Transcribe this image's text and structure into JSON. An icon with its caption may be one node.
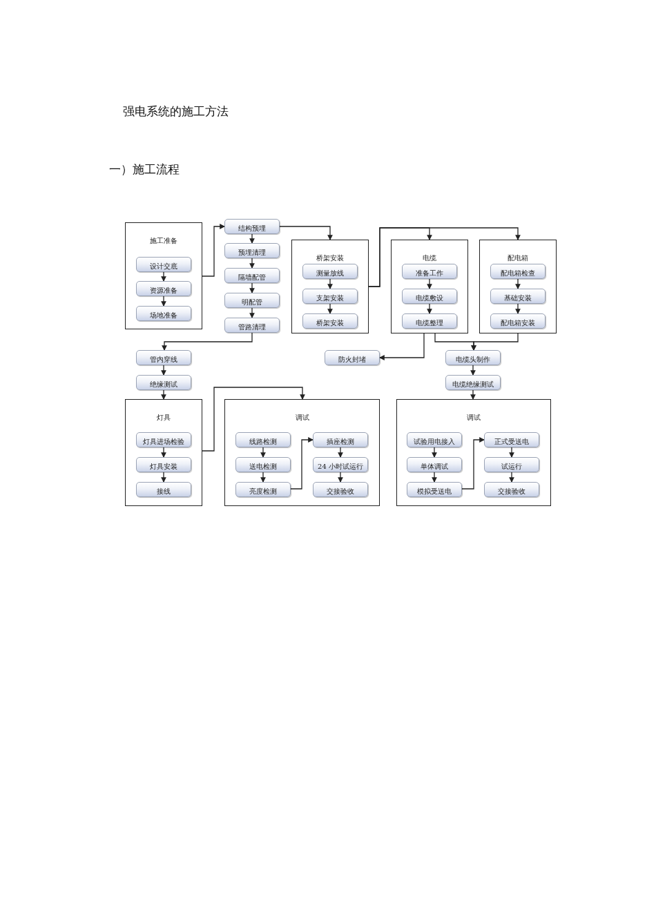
{
  "diagram": {
    "title": "强电系统的施工方法",
    "labels": [
      "一）施工流程"
    ],
    "nodes": [
      {
        "text": [
          "施工准备"
        ]
      },
      {
        "text": [
          "设计交底"
        ],
        "in": 0
      },
      {
        "text": [
          "资源准备"
        ],
        "in": 0
      },
      {
        "text": [
          "场地准备"
        ],
        "in": 0
      },
      {
        "text": [
          "结构预埋"
        ]
      },
      {
        "text": [
          "预埋清理"
        ]
      },
      {
        "text": [
          "隔墙配管"
        ]
      },
      {
        "text": [
          "明配管"
        ]
      },
      {
        "text": [
          "管路清理"
        ]
      },
      {
        "text": [
          "桥架安装"
        ]
      },
      {
        "text": [
          "测量放线"
        ],
        "in": 9
      },
      {
        "text": [
          "支架安装"
        ],
        "in": 9
      },
      {
        "text": [
          "桥架安装"
        ],
        "in": 9
      },
      {
        "text": [
          "电缆"
        ]
      },
      {
        "text": [
          "准备工作"
        ],
        "in": 13
      },
      {
        "text": [
          "电缆敷设"
        ],
        "in": 13
      },
      {
        "text": [
          "电缆整理"
        ],
        "in": 13
      },
      {
        "text": [
          "配电箱"
        ]
      },
      {
        "text": [
          "配电箱检查"
        ],
        "in": 17
      },
      {
        "text": [
          "基础安装"
        ],
        "in": 17
      },
      {
        "text": [
          "配电箱安装"
        ],
        "in": 17
      },
      {
        "text": [
          "防火封堵"
        ]
      },
      {
        "text": [
          "电缆头制作"
        ]
      },
      {
        "text": [
          "电缆绝缘测试"
        ]
      },
      {
        "text": [
          "管内穿线"
        ]
      },
      {
        "text": [
          "绝缘测试"
        ]
      },
      {
        "text": [
          "灯具"
        ]
      },
      {
        "text": [
          "灯具进场检验"
        ],
        "in": 26
      },
      {
        "text": [
          "灯具安装"
        ],
        "in": 26
      },
      {
        "text": [
          "接线"
        ],
        "in": 26
      },
      {
        "text": [
          "调试"
        ]
      },
      {
        "text": [
          "线路检测"
        ],
        "in": 30
      },
      {
        "text": [
          "送电检测"
        ],
        "in": 30
      },
      {
        "text": [
          "亮度检测"
        ],
        "in": 30
      },
      {
        "text": [
          "插座检测"
        ],
        "in": 30
      },
      {
        "text": [
          "24 小时试运行"
        ],
        "in": 30
      },
      {
        "text": [
          "交接验收"
        ],
        "in": 30
      },
      {
        "text": [
          "调试"
        ]
      },
      {
        "text": [
          "试验用电接入"
        ],
        "in": 37
      },
      {
        "text": [
          "单体调试"
        ],
        "in": 37
      },
      {
        "text": [
          "模拟受送电"
        ],
        "in": 37
      },
      {
        "text": [
          "正式受送电"
        ],
        "in": 37
      },
      {
        "text": [
          "试运行"
        ],
        "in": 37
      },
      {
        "text": [
          "交接验收"
        ],
        "in": 37
      }
    ],
    "edges": [
      {
        "from": 1,
        "to": 2,
        "arrow": "to"
      },
      {
        "from": 2,
        "to": 3,
        "arrow": "to"
      },
      {
        "from": 0,
        "to": 4,
        "arrow": "to"
      },
      {
        "from": 4,
        "to": 5,
        "arrow": "to"
      },
      {
        "from": 5,
        "to": 6,
        "arrow": "to"
      },
      {
        "from": 6,
        "to": 7,
        "arrow": "to"
      },
      {
        "from": 7,
        "to": 8,
        "arrow": "to"
      },
      {
        "from": 4,
        "to": 9,
        "arrow": "to"
      },
      {
        "from": 10,
        "to": 11,
        "arrow": "to"
      },
      {
        "from": 11,
        "to": 12,
        "arrow": "to"
      },
      {
        "from": 9,
        "to": 13,
        "arrow": "to"
      },
      {
        "from": 9,
        "to": 17,
        "arrow": "to"
      },
      {
        "from": 14,
        "to": 15,
        "arrow": "to"
      },
      {
        "from": 15,
        "to": 16,
        "arrow": "to"
      },
      {
        "from": 18,
        "to": 19,
        "arrow": "to"
      },
      {
        "from": 19,
        "to": 20,
        "arrow": "to"
      },
      {
        "from": 13,
        "to": 21,
        "arrow": "to"
      },
      {
        "from": 13,
        "to": 22,
        "arrow": "to"
      },
      {
        "from": 17,
        "to": 22,
        "arrow": "to"
      },
      {
        "from": 22,
        "to": 23,
        "arrow": "to"
      },
      {
        "from": 23,
        "to": 37,
        "arrow": "to"
      },
      {
        "from": 8,
        "to": 24,
        "arrow": "to"
      },
      {
        "from": 24,
        "to": 25,
        "arrow": "to"
      },
      {
        "from": 25,
        "to": 26,
        "arrow": "to"
      },
      {
        "from": 27,
        "to": 28,
        "arrow": "to"
      },
      {
        "from": 28,
        "to": 29,
        "arrow": "to"
      },
      {
        "from": 26,
        "to": 30,
        "arrow": "to"
      },
      {
        "from": 31,
        "to": 32,
        "arrow": "to"
      },
      {
        "from": 32,
        "to": 33,
        "arrow": "to"
      },
      {
        "from": 33,
        "to": 34,
        "arrow": "to"
      },
      {
        "from": 34,
        "to": 35,
        "arrow": "to"
      },
      {
        "from": 35,
        "to": 36,
        "arrow": "to"
      },
      {
        "from": 38,
        "to": 39,
        "arrow": "to"
      },
      {
        "from": 39,
        "to": 40,
        "arrow": "to"
      },
      {
        "from": 40,
        "to": 41,
        "arrow": "to"
      },
      {
        "from": 41,
        "to": 42,
        "arrow": "to"
      },
      {
        "from": 42,
        "to": 43,
        "arrow": "to"
      }
    ]
  }
}
